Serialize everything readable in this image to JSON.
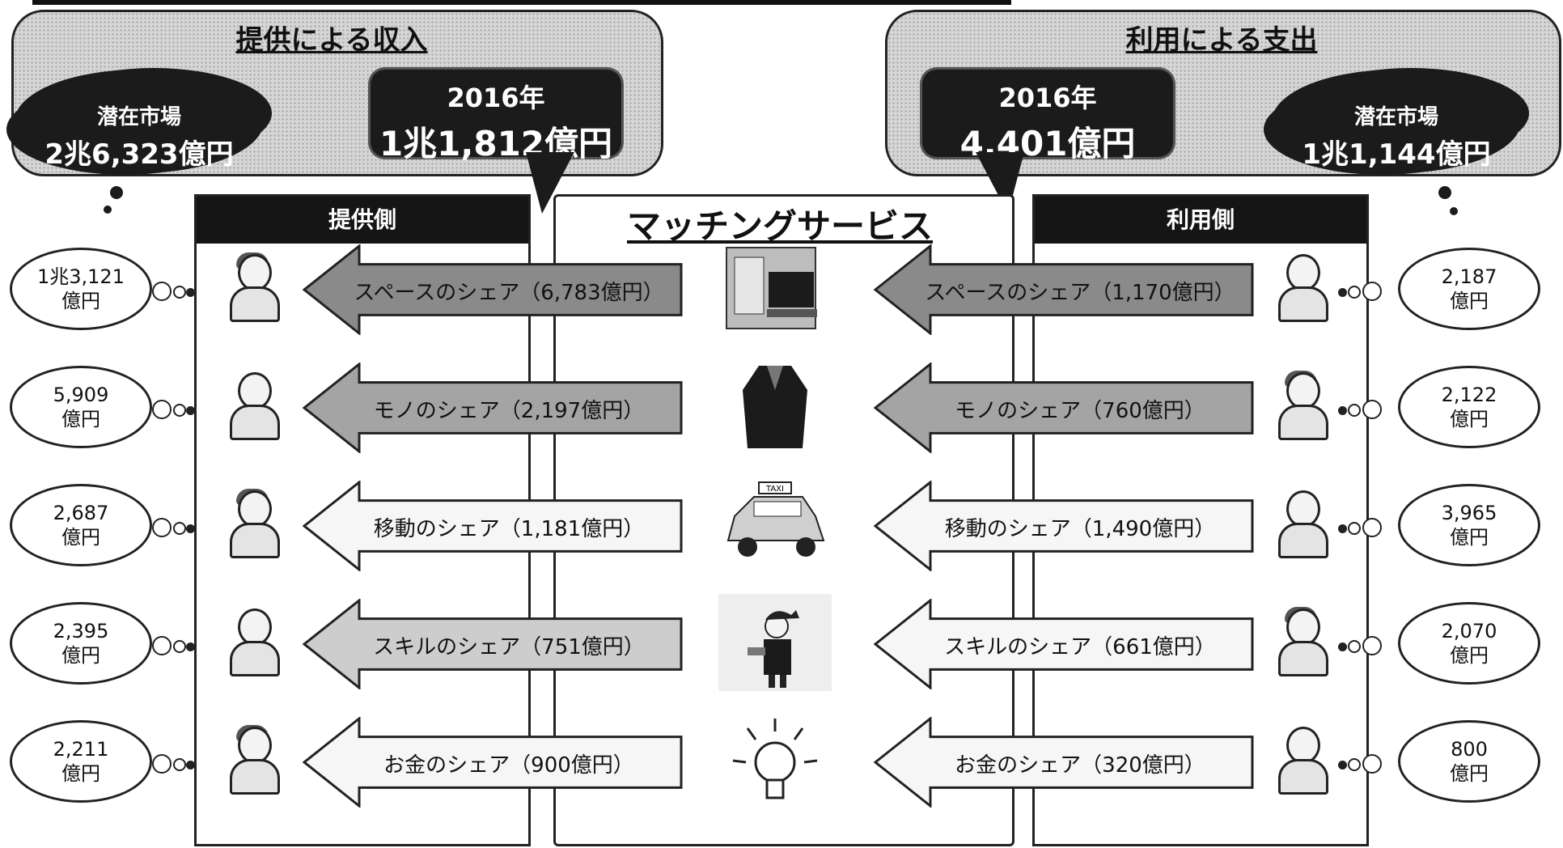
{
  "left_panel": {
    "title": "提供による収入",
    "callout_year": "2016年",
    "callout_amount": "1兆1,812億円",
    "potential_label": "潜在市場",
    "potential_amount": "2兆6,323億円"
  },
  "right_panel": {
    "title": "利用による支出",
    "callout_year": "2016年",
    "callout_amount": "4,401億円",
    "potential_label": "潜在市場",
    "potential_amount": "1兆1,144億円"
  },
  "provider_header": "提供側",
  "user_header": "利用側",
  "matching_title": "マッチングサービス",
  "rows": [
    {
      "left_value": "1兆3,121",
      "left_unit": "億円",
      "provider_label": "スペースのシェア（6,783億円）",
      "user_label": "スペースのシェア（1,170億円）",
      "right_value": "2,187",
      "right_unit": "億円",
      "icon": "room-icon",
      "emphasis": "dark"
    },
    {
      "left_value": "5,909",
      "left_unit": "億円",
      "provider_label": "モノのシェア（2,197億円）",
      "user_label": "モノのシェア（760億円）",
      "right_value": "2,122",
      "right_unit": "億円",
      "icon": "coat-icon",
      "emphasis": "mid"
    },
    {
      "left_value": "2,687",
      "left_unit": "億円",
      "provider_label": "移動のシェア（1,181億円）",
      "user_label": "移動のシェア（1,490億円）",
      "right_value": "3,965",
      "right_unit": "億円",
      "icon": "taxi-icon",
      "emphasis": "light"
    },
    {
      "left_value": "2,395",
      "left_unit": "億円",
      "provider_label": "スキルのシェア（751億円）",
      "user_label": "スキルのシェア（661億円）",
      "right_value": "2,070",
      "right_unit": "億円",
      "icon": "worker-icon",
      "emphasis": "lighter"
    },
    {
      "left_value": "2,211",
      "left_unit": "億円",
      "provider_label": "お金のシェア（900億円）",
      "user_label": "お金のシェア（320億円）",
      "right_value": "800",
      "right_unit": "億円",
      "icon": "lightbulb-icon",
      "emphasis": "lightest"
    }
  ],
  "colors": {
    "dark_fill": "#8a8a8a",
    "mid_fill": "#a4a4a4",
    "light_fill": "#f4f4f4",
    "panel_fill": "#d6d6d6",
    "black": "#1b1b1b"
  }
}
